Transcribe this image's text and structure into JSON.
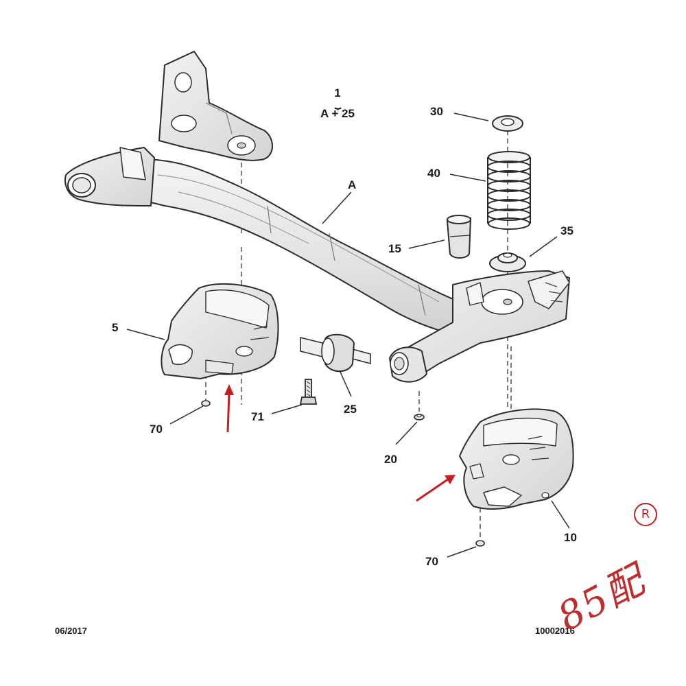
{
  "assembly": {
    "ref": "1",
    "formula": "A + 25"
  },
  "parts": {
    "axle_beam": "A",
    "seat_30": "30",
    "spring_40": "40",
    "bump_stop_15": "15",
    "seat_35": "35",
    "bracket_5": "5",
    "bushing_25": "25",
    "bolt_71": "71",
    "nut_70_left": "70",
    "washer_20": "20",
    "bracket_10": "10",
    "nut_70_right": "70"
  },
  "footer": {
    "date": "06/2017",
    "doc_number": "10002016"
  },
  "stamp": {
    "text": "85配",
    "mark": "R"
  },
  "colors": {
    "line": "#2b2b2b",
    "metal": "#ededed",
    "shade": "#d2d2d2",
    "arrow": "#c41e1e"
  }
}
